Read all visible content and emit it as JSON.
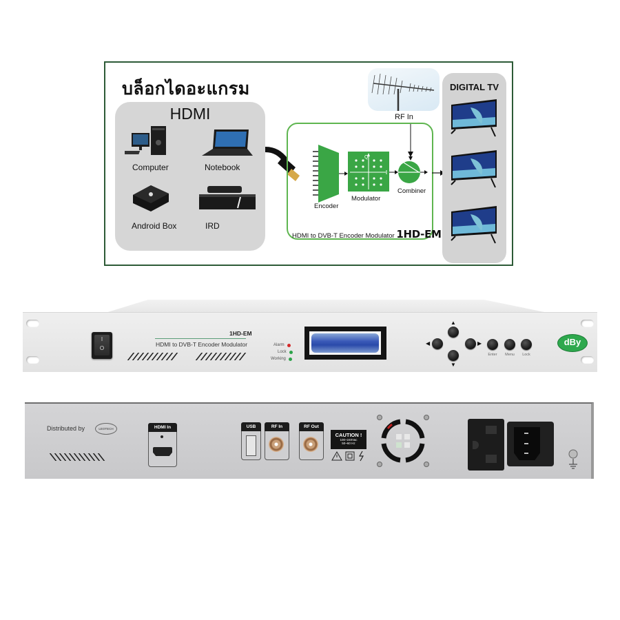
{
  "diagram": {
    "title": "บล็อกไดอะแกรม",
    "sources": {
      "header": "HDMI",
      "devices": [
        {
          "label": "Computer",
          "icon": "desktop-computer-icon"
        },
        {
          "label": "Notebook",
          "icon": "laptop-icon"
        },
        {
          "label": "Android Box",
          "icon": "android-box-icon"
        },
        {
          "label": "IRD",
          "icon": "set-top-box-icon"
        }
      ]
    },
    "module": {
      "blocks": [
        "Encoder",
        "Modulator",
        "Combiner"
      ],
      "constellation_axes": {
        "q": "Q",
        "i": "I"
      },
      "caption": "HDMI to DVB-T Encoder Modulator",
      "model": "1HD-EM"
    },
    "rf_in_label": "RF In",
    "outputs": {
      "header": "DIGITAL TV",
      "count": 3
    },
    "colors": {
      "border": "#2c5a36",
      "module_green": "#3aa645",
      "module_border": "#5eb54f",
      "group_gray": "#d6d6d6"
    }
  },
  "front_panel": {
    "model": "1HD-EM",
    "description": "HDMI to DVB-T Encoder Modulator",
    "power_switch": {
      "on": "I",
      "off": "O"
    },
    "leds": [
      {
        "label": "Alarm",
        "color": "#d42a2a"
      },
      {
        "label": "Lock",
        "color": "#2da34a"
      },
      {
        "label": "Working",
        "color": "#2da34a"
      }
    ],
    "nav_buttons": [
      "up",
      "left",
      "down",
      "right"
    ],
    "buttons": [
      {
        "label": "Enter"
      },
      {
        "label": "Menu"
      },
      {
        "label": "Lock"
      }
    ],
    "brand": "dBy"
  },
  "rear_panel": {
    "distributed_by": "Distributed by",
    "distributor": "LEOTECH",
    "ports": [
      {
        "label": "HDMI In"
      },
      {
        "label": "USB"
      },
      {
        "label": "RF In"
      },
      {
        "label": "RF Out"
      }
    ],
    "caution": {
      "title": "CAUTION !",
      "voltage": "100~240Vac",
      "frequency": "50~60 Hz"
    }
  }
}
